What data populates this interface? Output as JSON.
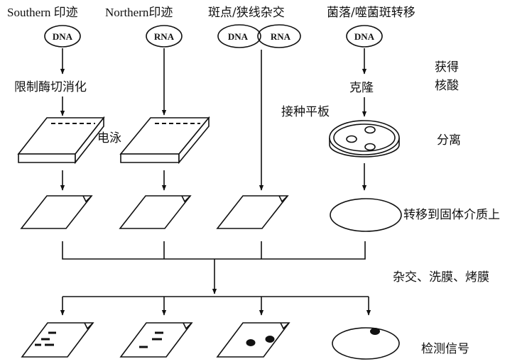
{
  "columns": {
    "southern": {
      "title": "Southern 印迹",
      "molecule": "DNA"
    },
    "northern": {
      "title": "Northern印迹",
      "molecule": "RNA"
    },
    "dot": {
      "title": "斑点/狭线杂交",
      "molecule_a": "DNA",
      "molecule_b": "RNA"
    },
    "colony": {
      "title": "菌落/噬菌斑转移",
      "molecule": "DNA"
    }
  },
  "steps": {
    "restriction_digest": "限制酶切消化",
    "electrophoresis": "电泳",
    "clone": "克隆",
    "inoculate_plate": "接种平板"
  },
  "stages": {
    "obtain_line1": "获得",
    "obtain_line2": "核酸",
    "separate": "分离",
    "transfer": "转移到固体介质上",
    "hybridize": "杂交、洗膜、烤膜",
    "detect": "检测信号"
  }
}
